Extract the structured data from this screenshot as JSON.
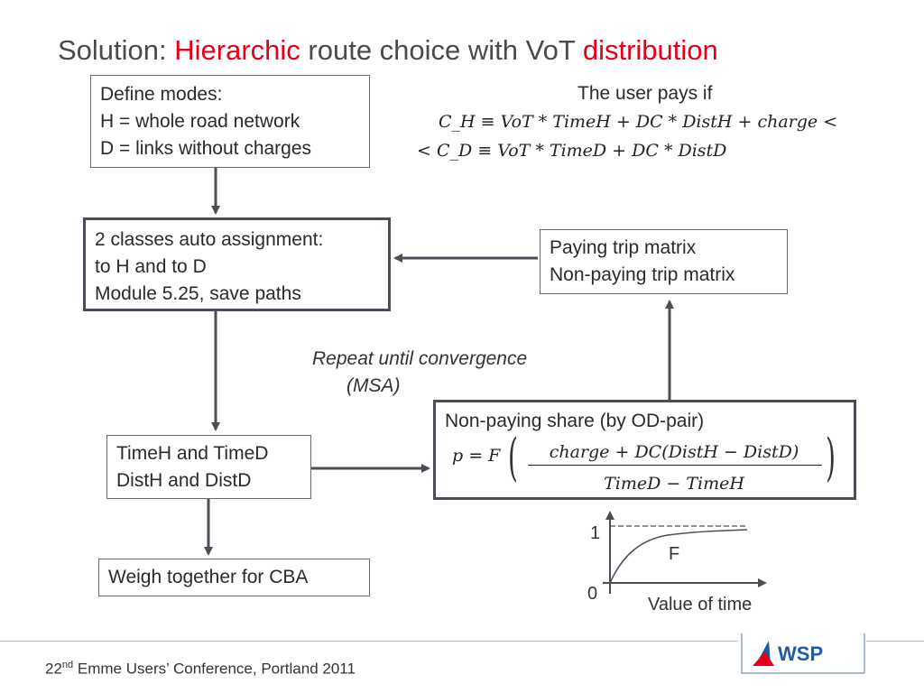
{
  "title": {
    "prefix": "Solution: ",
    "highlight1": "Hierarchic",
    "middle": " route choice with VoT ",
    "highlight2": "distribution"
  },
  "define_box": {
    "line1": "Define modes:",
    "line2": "H = whole road network",
    "line3": "D = links without charges"
  },
  "user_pays": {
    "title": "The user pays if",
    "formula1": "C_H ≡ VoT * TimeH + DC * DistH + charge <",
    "formula2": "< C_D ≡ VoT * TimeD + DC * DistD"
  },
  "assignment_box": {
    "line1": "2 classes auto assignment:",
    "line2": "to H and to D",
    "line3": "Module 5.25, save paths"
  },
  "matrix_box": {
    "line1": "Paying trip matrix",
    "line2": "Non-paying trip matrix"
  },
  "repeat_note": {
    "line1": "Repeat until convergence",
    "line2": "(MSA)"
  },
  "share_box": {
    "title": "Non-paying share (by OD-pair)",
    "lhs": "p = F",
    "numerator": "charge + DC(DistH − DistD)",
    "denominator": "TimeD − TimeH"
  },
  "time_box": {
    "line1": "TimeH and TimeD",
    "line2": "DistH and DistD"
  },
  "weigh_box": {
    "label": "Weigh together for CBA"
  },
  "curve": {
    "y_top": "1",
    "y_bottom": "0",
    "curve_label": "F",
    "x_label": "Value of time"
  },
  "footer": {
    "ordinal": "22",
    "sup": "nd",
    "text": " Emme Users’ Conference, Portland 2011"
  },
  "logo": {
    "text": "WSP"
  },
  "colors": {
    "highlight": "#e3001b",
    "box_border": "#4a4f57",
    "arrow": "#4a4f57",
    "logo_blue": "#1f5aa6",
    "logo_red": "#e3001b"
  }
}
